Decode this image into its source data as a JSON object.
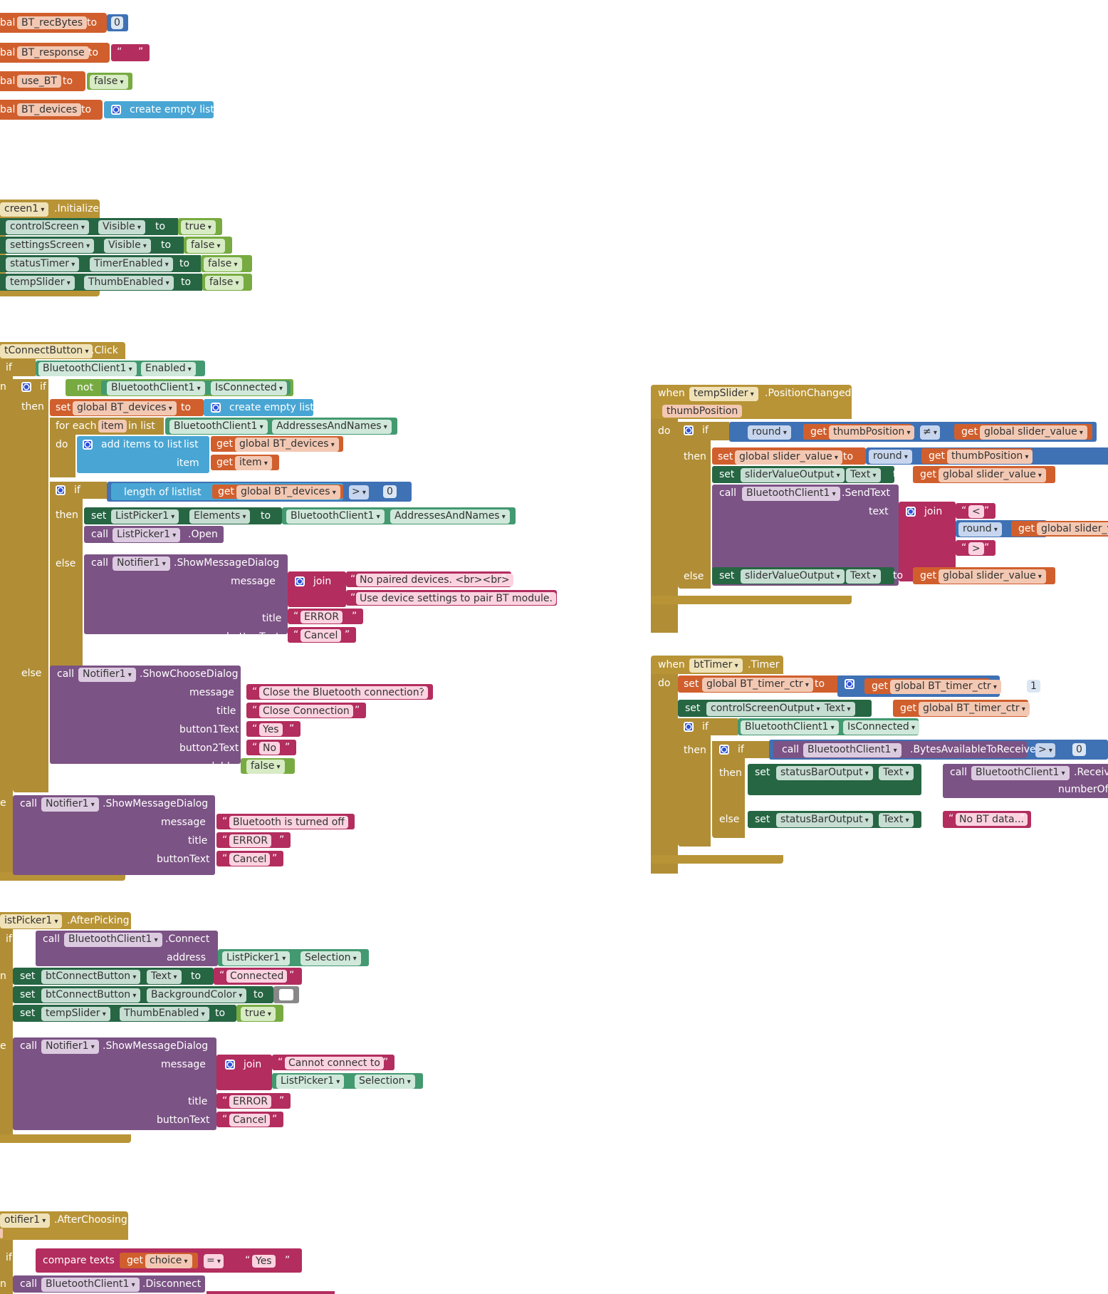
{
  "colors": {
    "event": "#b89437",
    "control": "#b18e35",
    "variable": "#d05f2d",
    "setter": "#266643",
    "component": "#439970",
    "text": "#b32d5e",
    "logic": "#77ab41",
    "math": "#3f71b5",
    "list": "#49a6d4",
    "procedure": "#7c5385",
    "text_bg_pill": "#fbd3e0",
    "var_pill": "#f3c8b3"
  },
  "icons": {
    "mutator": "gear-icon",
    "dropdown": "chevron-down-icon"
  },
  "globals": [
    {
      "prefix": "bal",
      "name": "BT_recBytes",
      "to": "to",
      "value": "0"
    },
    {
      "prefix": "bal",
      "name": "BT_response",
      "to": "to",
      "value": ""
    },
    {
      "prefix": "bal",
      "name": "use_BT",
      "to": "to",
      "value": "false"
    },
    {
      "prefix": "bal",
      "name": "BT_devices",
      "to": "to",
      "value": "create empty list"
    }
  ],
  "screen_init": {
    "component": "creen1",
    "event": ".Initialize",
    "rows": [
      {
        "comp": "controlScreen",
        "prop": "Visible",
        "to": "to",
        "val": "true"
      },
      {
        "comp": "settingsScreen",
        "prop": "Visible",
        "to": "to",
        "val": "false"
      },
      {
        "comp": "statusTimer",
        "prop": "TimerEnabled",
        "to": "to",
        "val": "false"
      },
      {
        "comp": "tempSlider",
        "prop": "ThumbEnabled",
        "to": "to",
        "val": "false"
      }
    ]
  },
  "connect_click": {
    "component": "tConnectButton",
    "event": ".Click",
    "if": "if",
    "then": "then",
    "else": "else",
    "do": "do",
    "n": "n",
    "e": "e",
    "bt": "BluetoothClient1",
    "enabled": "Enabled",
    "not": "not",
    "isconnected": "IsConnected",
    "set": "set",
    "get": "get",
    "call": "call",
    "to": "to",
    "global_devices": "global BT_devices",
    "create_empty": "create empty list",
    "for_each": "for each",
    "item": "item",
    "in_list": "in list",
    "addresses": "AddressesAndNames",
    "add_items": "add items to list",
    "list": "list",
    "item_label": "item",
    "length_of_list": "length of list",
    "gt": ">",
    "zero": "0",
    "listpicker": "ListPicker1",
    "elements": "Elements",
    "open": ".Open",
    "notifier": "Notifier1",
    "show_msg": ".ShowMessageDialog",
    "message": "message",
    "join": "join",
    "no_paired": "No paired devices. <br><br>",
    "use_settings": "Use device settings to pair BT module.",
    "title": "title",
    "error": "ERROR",
    "buttontext": "buttonText",
    "cancel": "Cancel",
    "show_choose": ".ShowChooseDialog",
    "close_q": "Close the Bluetooth connection?",
    "close_conn": "Close Connection",
    "button1": "button1Text",
    "yes": "Yes",
    "button2": "button2Text",
    "no": "No",
    "cancelable": "cancelable",
    "false": "false",
    "bt_off": "Bluetooth is turned off"
  },
  "after_picking": {
    "component": "istPicker1",
    "event": ".AfterPicking",
    "connect": ".Connect",
    "address": "address",
    "selection": "Selection",
    "btconnect": "btConnectButton",
    "text": "Text",
    "connected": "Connected",
    "bgcolor": "BackgroundColor",
    "tempslider": "tempSlider",
    "thumbenabled": "ThumbEnabled",
    "true": "true",
    "cannot": "Cannot connect to"
  },
  "after_choosing": {
    "component": "otifier1",
    "event": ".AfterChoosing",
    "compare": "compare texts",
    "choice": "choice",
    "eq": "=",
    "yes": "Yes",
    "disconnect": ".Disconnect"
  },
  "slider_changed": {
    "when": "when",
    "component": "tempSlider",
    "event": ".PositionChanged",
    "param": "thumbPosition",
    "do": "do",
    "if": "if",
    "then": "then",
    "else": "else",
    "round": "round",
    "get": "get",
    "thumb": "thumbPosition",
    "neq": "≠",
    "slider_value": "global slider_value",
    "set": "set",
    "to": "to",
    "output": "sliderValueOutput",
    "text": "Text",
    "call": "call",
    "bt": "BluetoothClient1",
    "sendtext": ".SendText",
    "text_label": "text",
    "join": "join",
    "lt": "<",
    "gt": ">",
    "slider_cut": "global slider_va"
  },
  "bt_timer": {
    "when": "when",
    "component": "btTimer",
    "event": ".Timer",
    "do": "do",
    "set": "set",
    "global_ctr": "global BT_timer_ctr",
    "to": "to",
    "get": "get",
    "plus": "+",
    "one": "1",
    "ctrl_output": "controlScreenOutput",
    "text": "Text",
    "if": "if",
    "then": "then",
    "else": "else",
    "bt": "BluetoothClient1",
    "isconnected": "IsConnected",
    "call": "call",
    "bytes": ".BytesAvailableToReceive",
    "gt": ">",
    "zero": "0",
    "status": "statusBarOutput",
    "receive": ".Receiv",
    "numberof": "numberOf",
    "no_data": "No BT data..."
  }
}
